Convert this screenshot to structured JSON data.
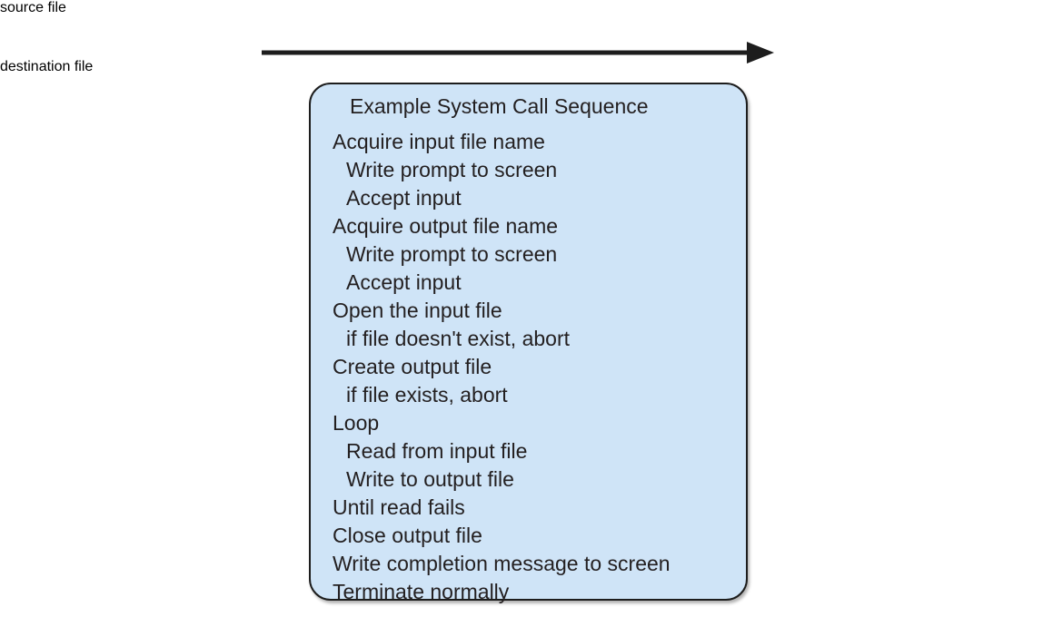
{
  "diagram": {
    "title": "Example System Call Sequence diagram",
    "colors": {
      "file_box_fill": "#d5d5d5",
      "panel_fill": "#cfe4f7",
      "outline": "#1d1d1d",
      "text": "#231f20",
      "page_background": "#ffffff"
    },
    "source_box": {
      "label": "source file"
    },
    "destination_box": {
      "label": "destination  file"
    },
    "arrow": {
      "icon": "right-arrow-icon",
      "from": "source file",
      "to": "destination  file"
    },
    "sequence_panel": {
      "title": "Example System Call Sequence",
      "steps": [
        {
          "text": "Acquire input file name",
          "indent": 0
        },
        {
          "text": "Write prompt to screen",
          "indent": 1
        },
        {
          "text": "Accept input",
          "indent": 1
        },
        {
          "text": "Acquire output file name",
          "indent": 0
        },
        {
          "text": "Write prompt to screen",
          "indent": 1
        },
        {
          "text": "Accept input",
          "indent": 1
        },
        {
          "text": "Open the input file",
          "indent": 0
        },
        {
          "text": "if file doesn't exist, abort",
          "indent": 1
        },
        {
          "text": "Create output file",
          "indent": 0
        },
        {
          "text": "if file exists, abort",
          "indent": 1
        },
        {
          "text": "Loop",
          "indent": 0
        },
        {
          "text": "Read from input file",
          "indent": 1
        },
        {
          "text": "Write to output file",
          "indent": 1
        },
        {
          "text": "Until read fails",
          "indent": 0
        },
        {
          "text": "Close output file",
          "indent": 0
        },
        {
          "text": "Write completion message to screen",
          "indent": 0
        },
        {
          "text": "Terminate normally",
          "indent": 0
        }
      ]
    }
  }
}
